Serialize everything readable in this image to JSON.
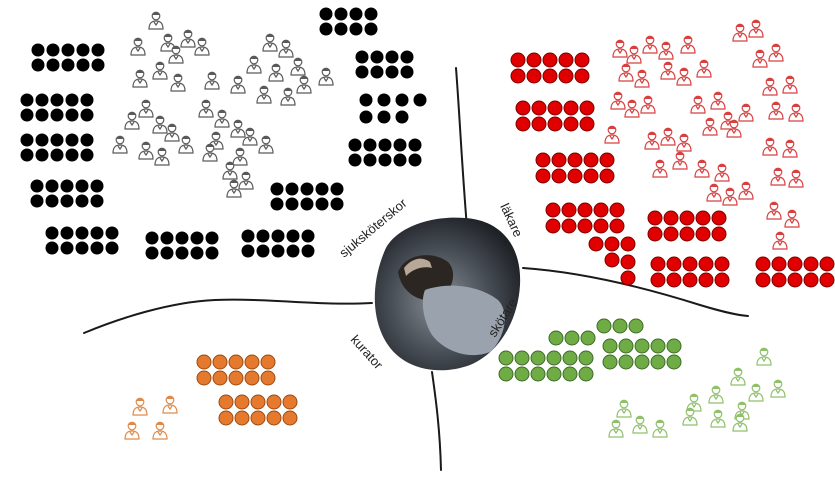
{
  "labels": {
    "nurses": "sjuksköterskor",
    "doctors": "läkare",
    "counselor": "kurator",
    "attendants": "skötare"
  },
  "colors": {
    "nurses": "#000000",
    "nurses_icon": "#5a5a5a",
    "doctors": "#e00000",
    "doctors_icon": "#d84040",
    "attendants": "#6fac46",
    "attendants_icon": "#8fc06a",
    "counselor": "#e57a2e",
    "counselor_icon": "#e08a4a",
    "divider": "#1a1a1a"
  },
  "center_image": "photo-of-distressed-person"
}
